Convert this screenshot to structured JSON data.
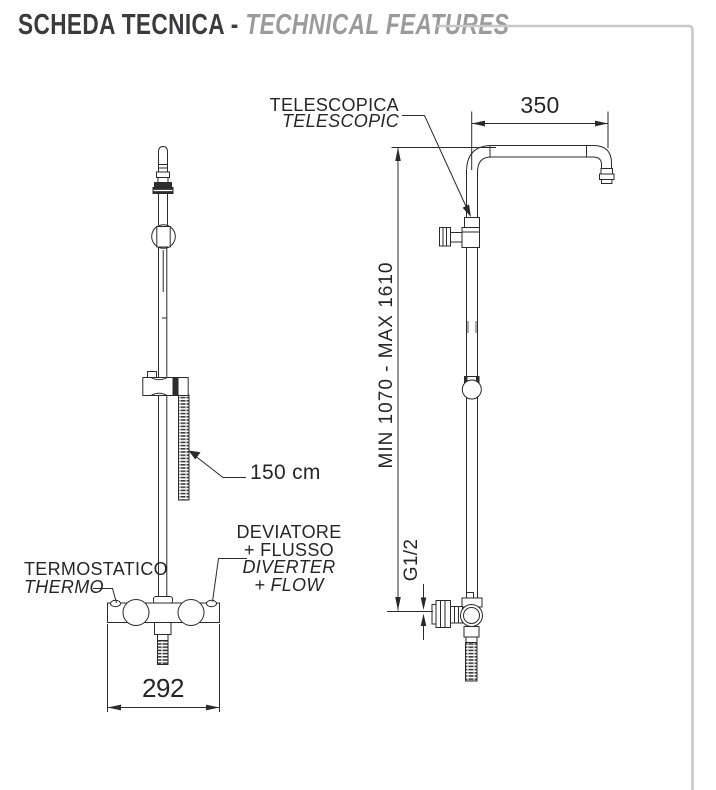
{
  "header": {
    "title_it": "SCHEDA TECNICA - ",
    "title_en": "TECHNICAL FEATURES"
  },
  "drawing": {
    "labels": {
      "telescopic_it": "TELESCOPICA",
      "telescopic_en": "TELESCOPIC",
      "hose_length": "150 cm",
      "diverter_line1": "DEVIATORE",
      "diverter_line2": "+ FLUSSO",
      "diverter_line3": "DIVERTER",
      "diverter_line4": "+ FLOW",
      "thermo_it": "TERMOSTATICO",
      "thermo_en": "THERMO"
    },
    "dimensions": {
      "arm_length_mm": "350",
      "column_height_range": "MIN 1070 - MAX 1610",
      "thread_size": "G1/2",
      "mixer_width_mm": "292"
    },
    "colors": {
      "line": "#2a2a2a",
      "frame": "#c9c9c9",
      "title_dark": "#3b3b3d",
      "title_gray": "#9b9b9d"
    }
  }
}
